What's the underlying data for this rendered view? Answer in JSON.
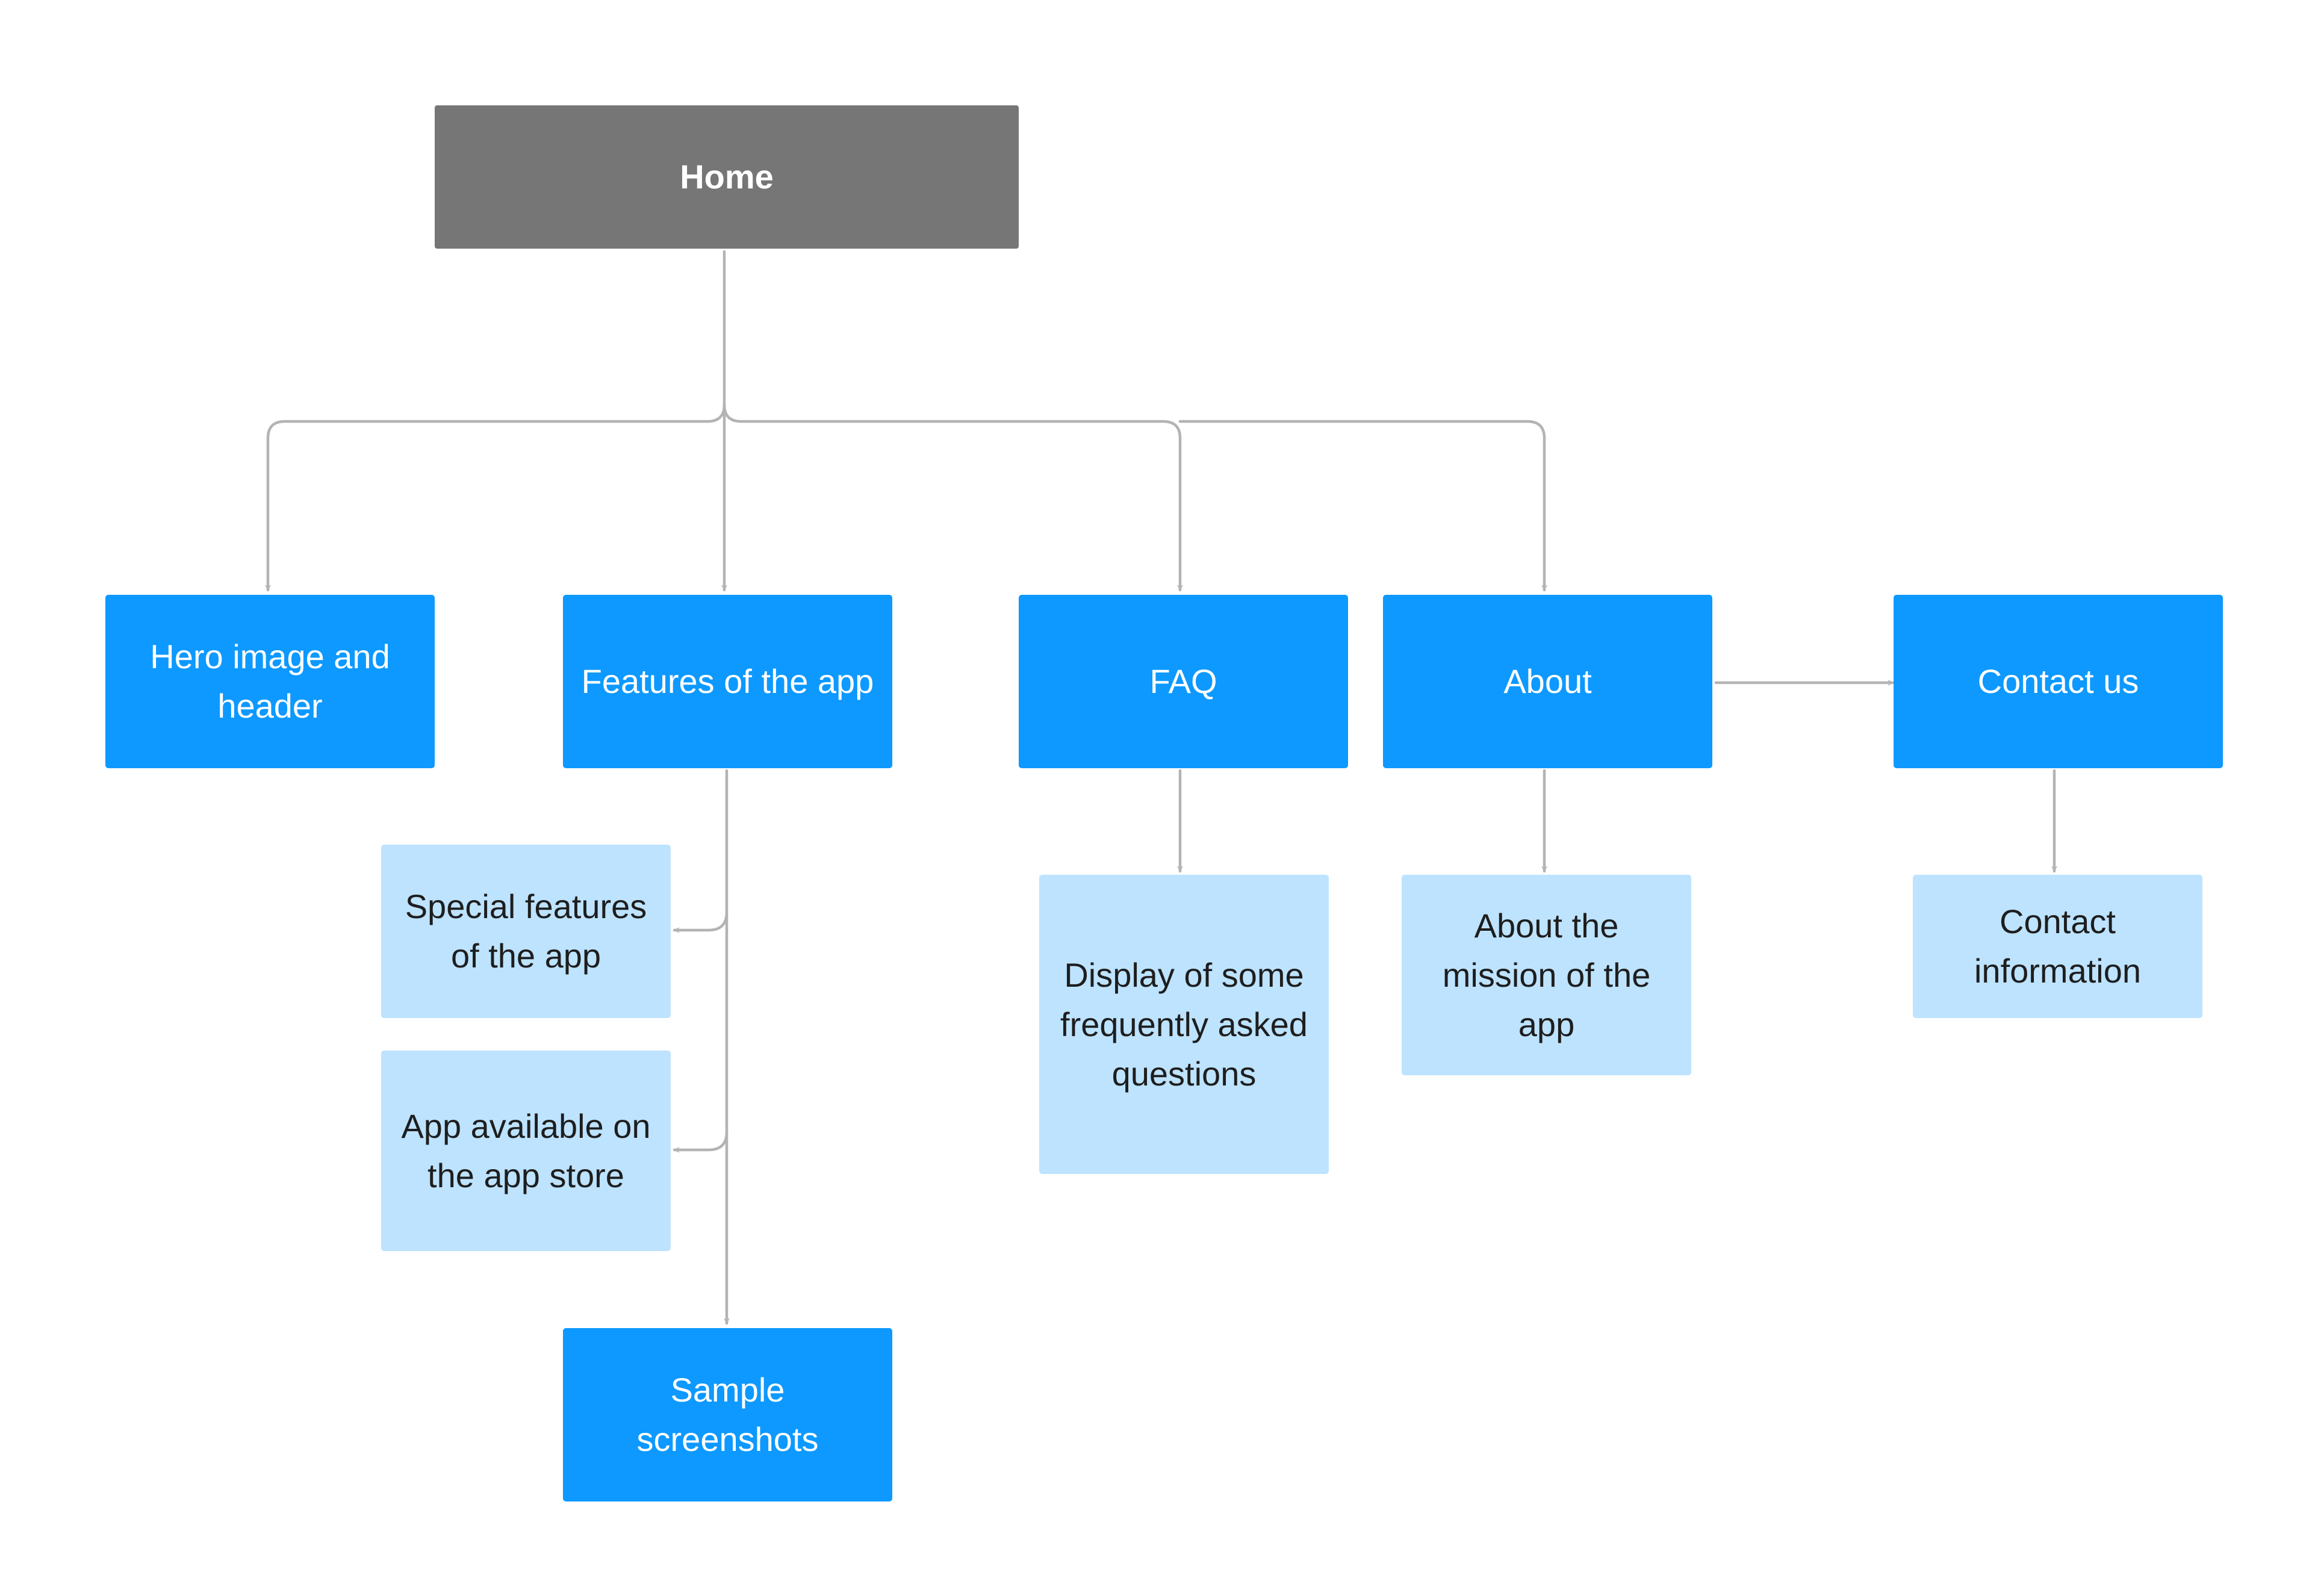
{
  "colors": {
    "root_fill": "#767676",
    "primary_fill": "#0d99ff",
    "secondary_fill": "#bde3ff",
    "secondary_text": "#1e1e1e",
    "connector": "#b3b3b3"
  },
  "nodes": {
    "home": "Home",
    "hero": "Hero image and header",
    "features": "Features of the app",
    "faq": "FAQ",
    "about": "About",
    "contact": "Contact us",
    "special_features": "Special features of the app",
    "app_store": "App available on the app store",
    "sample_screenshots": "Sample screenshots",
    "faq_display": "Display of some frequently asked questions",
    "about_mission": "About the mission of the app",
    "contact_info": "Contact information"
  }
}
